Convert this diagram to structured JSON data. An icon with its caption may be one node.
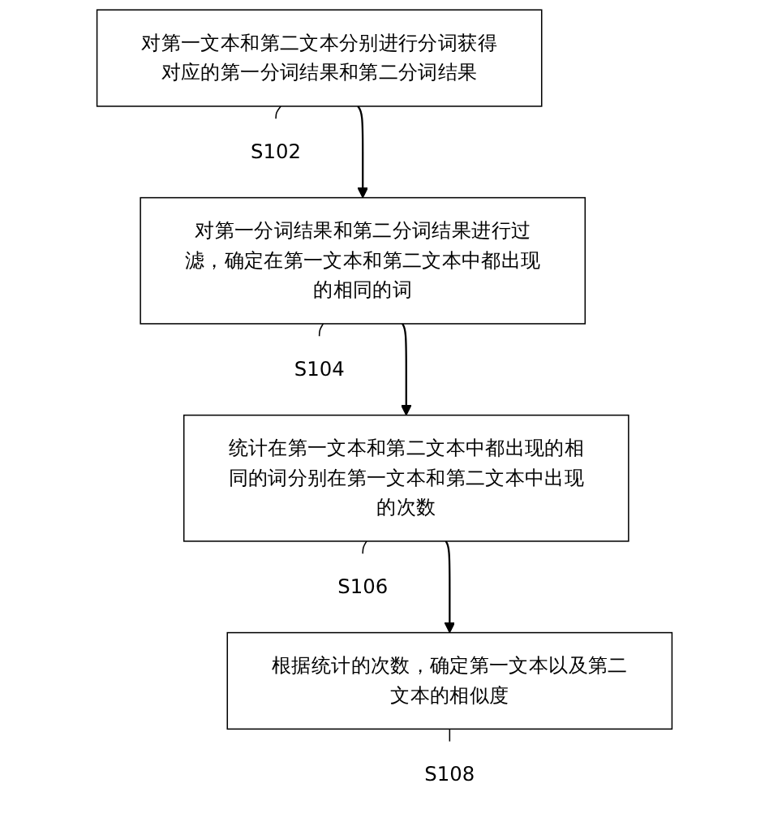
{
  "diagram": {
    "nodes": [
      {
        "text": [
          "对第一文本和第二文本分别进行分词获得对应的第一分词结果和第二分词结果"
        ]
      },
      {
        "text": [
          "S102"
        ]
      },
      {
        "text": [
          "对第一分词结果和第二分词结果进行过滤，确定在第一文本和第二文本中都出现的相同的词"
        ]
      },
      {
        "text": [
          "S104"
        ]
      },
      {
        "text": [
          "统计在第一文本和第二文本中都出现的相同的词分别在第一文本和第二文本中出现的次数"
        ]
      },
      {
        "text": [
          "S106"
        ]
      },
      {
        "text": [
          "根据统计的次数，确定第一文本以及第二文本的相似度"
        ]
      },
      {
        "text": [
          "S108"
        ]
      }
    ],
    "edges": [
      {
        "from": 0,
        "to": 2,
        "arrow": "to"
      },
      {
        "from": 2,
        "to": 4,
        "arrow": "to"
      },
      {
        "from": 4,
        "to": 6,
        "arrow": "to"
      },
      {
        "from": 1,
        "to": 0,
        "arrow": "none"
      },
      {
        "from": 3,
        "to": 2,
        "arrow": "none"
      },
      {
        "from": 5,
        "to": 4,
        "arrow": "none"
      },
      {
        "from": 7,
        "to": 6,
        "arrow": "none"
      }
    ]
  }
}
